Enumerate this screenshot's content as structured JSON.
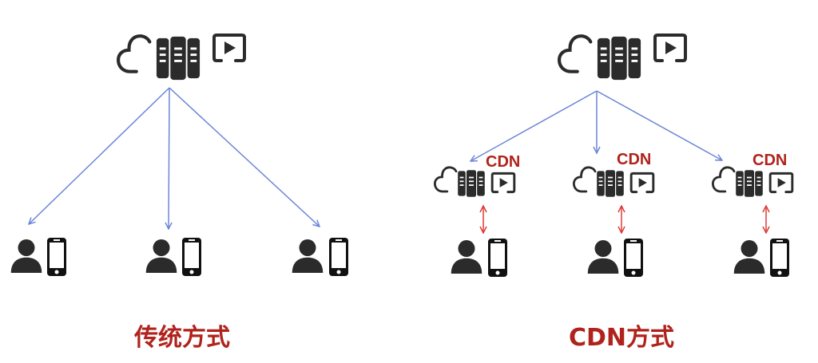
{
  "colors": {
    "accent_red": "#b0231c",
    "arrow_blue": "#6c86d8",
    "arrow_red": "#e03b36",
    "icon_dark": "#2b2b2b",
    "background": "#ffffff"
  },
  "left_panel": {
    "caption": "传统方式",
    "origin": {
      "icons": [
        "cloud-icon",
        "server-rack-icon",
        "video-play-icon"
      ]
    },
    "clients": [
      {
        "icons": [
          "user-icon",
          "smartphone-icon"
        ]
      },
      {
        "icons": [
          "user-icon",
          "smartphone-icon"
        ]
      },
      {
        "icons": [
          "user-icon",
          "smartphone-icon"
        ]
      }
    ],
    "connections": "origin-to-each-client (blue one-way arrows)"
  },
  "right_panel": {
    "caption": "CDN方式",
    "origin": {
      "icons": [
        "cloud-icon",
        "server-rack-icon",
        "video-play-icon"
      ]
    },
    "edge_nodes": [
      {
        "label": "CDN",
        "icons": [
          "cloud-icon",
          "server-rack-icon",
          "video-play-icon"
        ]
      },
      {
        "label": "CDN",
        "icons": [
          "cloud-icon",
          "server-rack-icon",
          "video-play-icon"
        ]
      },
      {
        "label": "CDN",
        "icons": [
          "cloud-icon",
          "server-rack-icon",
          "video-play-icon"
        ]
      }
    ],
    "clients": [
      {
        "icons": [
          "user-icon",
          "smartphone-icon"
        ]
      },
      {
        "icons": [
          "user-icon",
          "smartphone-icon"
        ]
      },
      {
        "icons": [
          "user-icon",
          "smartphone-icon"
        ]
      }
    ],
    "connections": "origin-to-each-CDN (blue one-way arrows); CDN-to-client (red two-way arrows)"
  }
}
